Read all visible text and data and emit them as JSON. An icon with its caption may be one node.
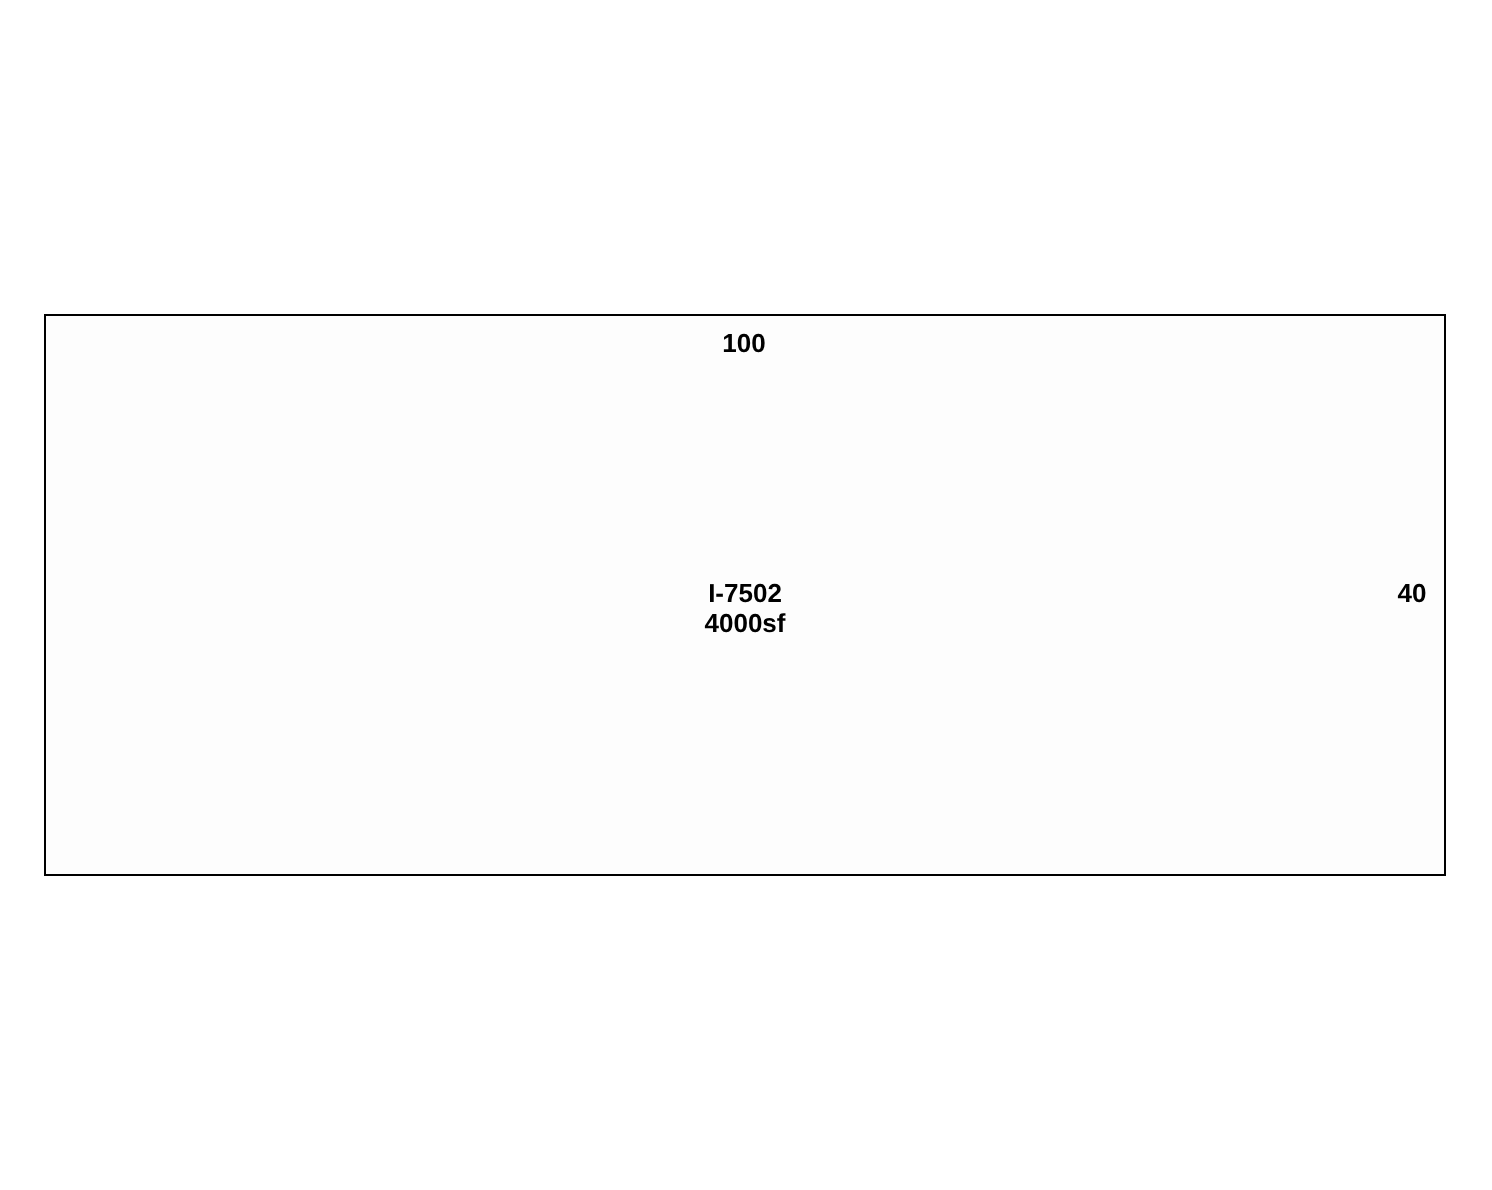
{
  "diagram": {
    "nodes": [
      {
        "text": [
          "I-7502",
          "4000sf"
        ]
      }
    ],
    "labels": [
      "100",
      "40"
    ]
  }
}
